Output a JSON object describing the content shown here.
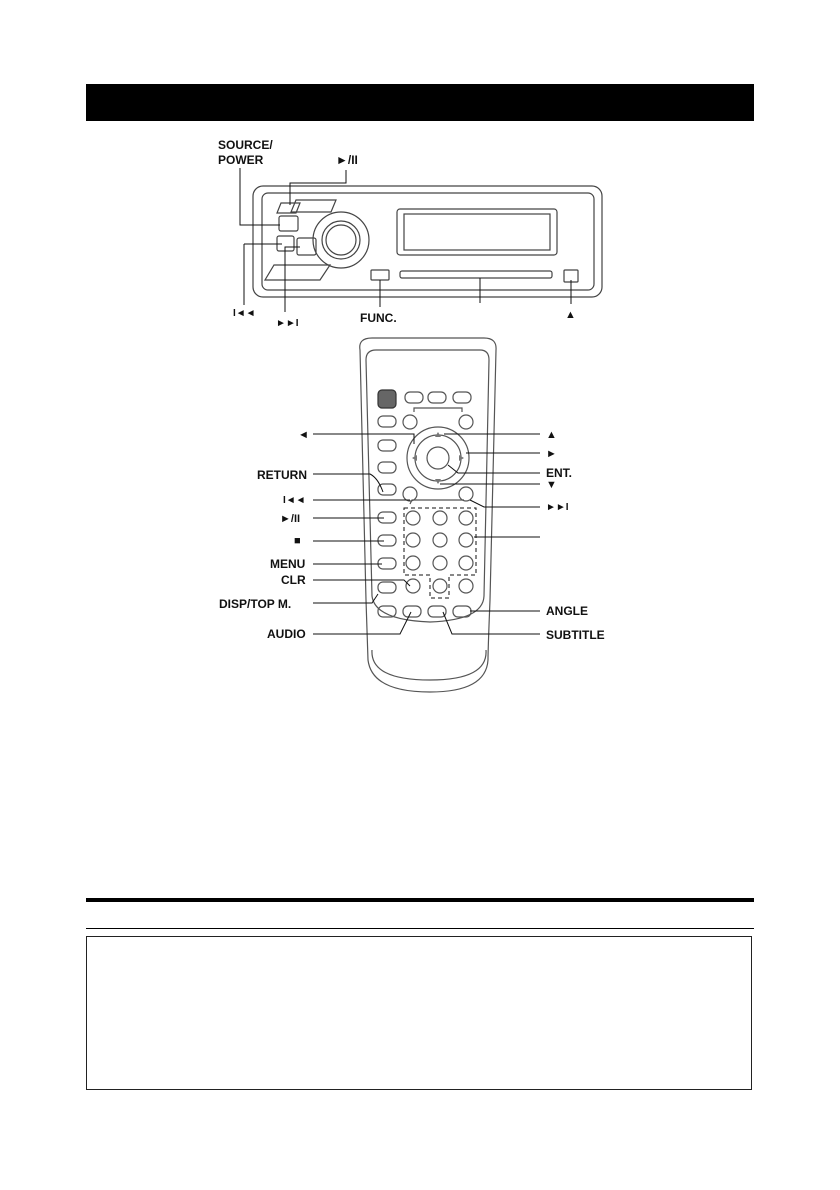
{
  "head_unit": {
    "source_power": [
      "SOURCE/",
      "POWER"
    ],
    "play_pause": "►/II",
    "prev_track": "I◄◄",
    "next_track": "►►I",
    "func": "FUNC.",
    "eject": "▲"
  },
  "remote": {
    "left": {
      "left_arrow": "◄",
      "return": "RETURN",
      "prev": "I◄◄",
      "play_pause": "►/II",
      "stop": "■",
      "menu": "MENU",
      "clr": "CLR",
      "disp": "DISP/TOP M.",
      "audio": "AUDIO"
    },
    "right": {
      "up": "▲",
      "right_arrow": "►",
      "enter": "ENT.",
      "down": "▼",
      "next": "►►I",
      "angle": "ANGLE",
      "subtitle": "SUBTITLE"
    }
  },
  "colors": {
    "ink": "#111111",
    "line": "#555555",
    "panel": "#ffffff"
  }
}
